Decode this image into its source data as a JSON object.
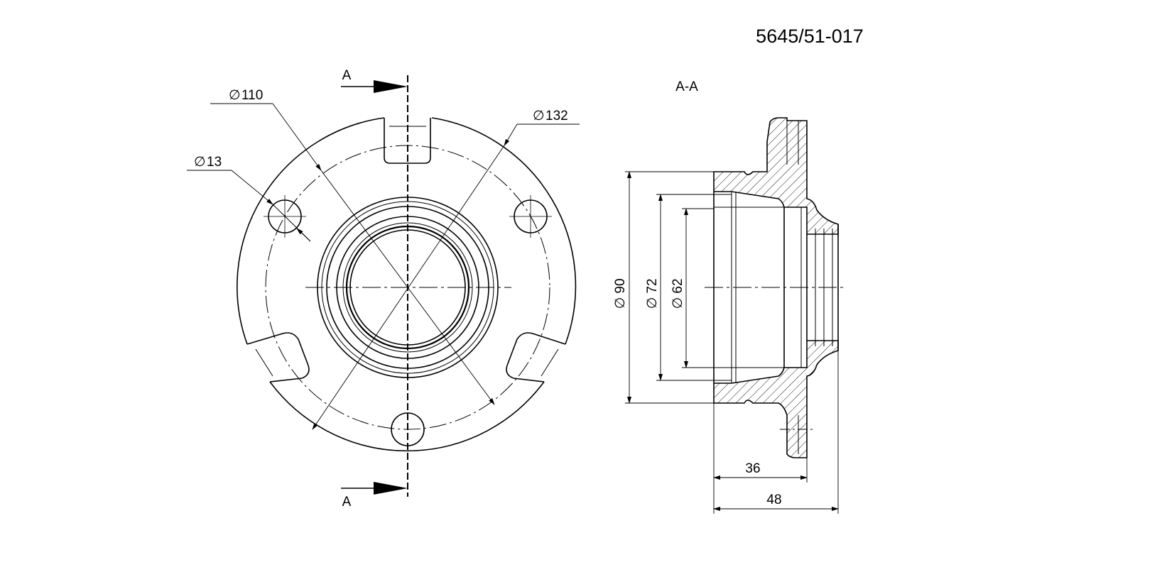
{
  "drawing": {
    "part_number": "5645/51-017",
    "section_label": "A-A"
  },
  "front_view": {
    "section_mark_top": "A",
    "section_mark_bottom": "A",
    "dim_bolt_circle": "110",
    "dim_flange_od": "132",
    "dim_hole": "13"
  },
  "section_view": {
    "dim_od_90": "90",
    "dim_bore_72": "72",
    "dim_bore_62": "62",
    "dim_len_36": "36",
    "dim_len_48": "48"
  },
  "symbols": {
    "diameter": "∅"
  }
}
